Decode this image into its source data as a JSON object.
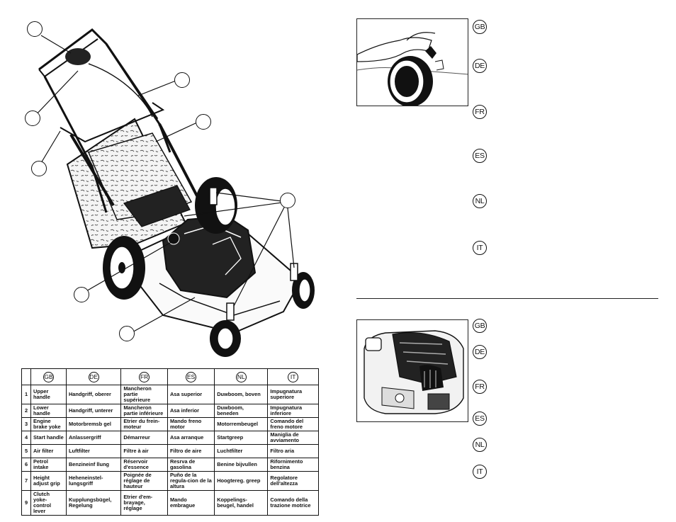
{
  "languages": [
    "GB",
    "DE",
    "FR",
    "ES",
    "NL",
    "IT"
  ],
  "parts_table": {
    "header": [
      "",
      "GB",
      "DE",
      "FR",
      "ES",
      "NL",
      "IT"
    ],
    "rows": [
      {
        "num": "1",
        "gb": "Upper handle",
        "de": "Handgriff, oberer",
        "fr": "Mancheron partie supérieure",
        "es": "Asa superior",
        "nl": "Duwboom, boven",
        "it": "Impugnatura superiore"
      },
      {
        "num": "2",
        "gb": "Lower handle",
        "de": "Handgriff, unterer",
        "fr": "Mancheron partie inférieure",
        "es": "Asa inferior",
        "nl": "Duwboom, beneden",
        "it": "Impugnatura inferiore"
      },
      {
        "num": "3",
        "gb": "Engine brake yoke",
        "de": "Motorbremsb gel",
        "fr": "Etrier du frein-moteur",
        "es": "Mando freno motor",
        "nl": "Motorrembeugel",
        "it": "Comando del freno motore"
      },
      {
        "num": "4",
        "gb": "Start handle",
        "de": "Anlassergriff",
        "fr": "Démarreur",
        "es": "Asa arranque",
        "nl": "Startgreep",
        "it": "Maniglia de avviamento"
      },
      {
        "num": "5",
        "gb": "Air filter",
        "de": "Luftfilter",
        "fr": "Filtre à air",
        "es": "Filtro de aire",
        "nl": "Luchtfilter",
        "it": "Filtro aria"
      },
      {
        "num": "6",
        "gb": "Petrol intake",
        "de": "Benzineinf llung",
        "fr": "Réservoir d'essence",
        "es": "Resrva de gasolina",
        "nl": "Benine bijvullen",
        "it": "Rifornimento benzina"
      },
      {
        "num": "7",
        "gb": "Height adjust grip",
        "de": "Heheneinstel-lungsgriff",
        "fr": "Poignée de réglage de hauteur",
        "es": "Puño de la regula-cion de la altura",
        "nl": "Hoogtereg. greep",
        "it": "Regolatore dell'altezza"
      },
      {
        "num": "9",
        "gb": "Clutch yoke-control lever",
        "de": "Kupplungsbügel, Regelung",
        "fr": "Etrier d'em-brayage, réglage",
        "es": "Mando embrague",
        "nl": "Koppelings-beugel, handel",
        "it": "Comando della trazione motrice"
      }
    ]
  },
  "icons": {
    "mower": "lawn-mower-illustration",
    "wheel": "wheel-adjust-photo",
    "engine": "engine-photo"
  }
}
